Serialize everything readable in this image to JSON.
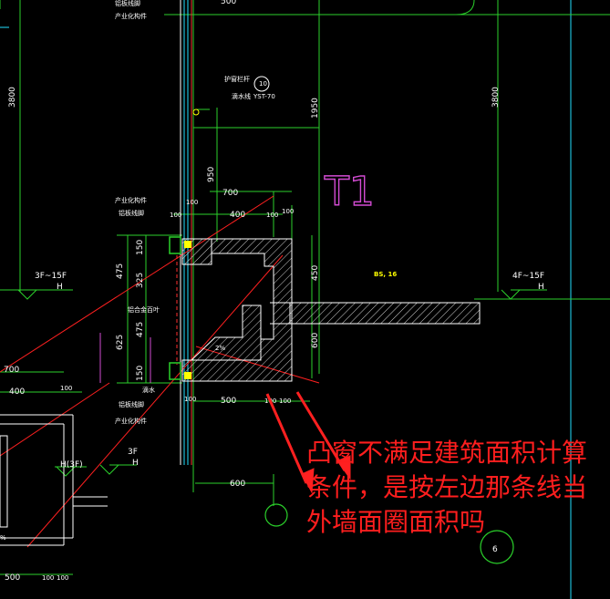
{
  "drawing": {
    "big_label": "T1",
    "dims": {
      "top_cut": "500",
      "left_vert_3800": "3800",
      "right_vert_3800": "3800",
      "v_1950": "1950",
      "v_950": "950",
      "h_700_top": "700",
      "h_100_a": "100",
      "h_400": "400",
      "h_100_b": "100",
      "h_100_c": "100",
      "h_100_d": "100",
      "v_475_a": "475",
      "v_150_a": "150",
      "v_325": "325",
      "v_475_b": "475",
      "v_625": "625",
      "v_150_b": "150",
      "v_450": "450",
      "v_600": "600",
      "h_500": "500",
      "h_100_e": "100",
      "h_100_f": "100",
      "h_100_g": "100",
      "h_600": "600",
      "left_700": "700",
      "left_400": "400",
      "left_100": "100",
      "bottom_500": "500",
      "bottom_100a": "100",
      "bottom_100b": "100",
      "pct": "2%",
      "pct_left": "%"
    },
    "labels": {
      "top_label_1": "铝板线脚",
      "top_label_2": "产业化构件",
      "rail_label": "护窗栏杆",
      "rail_num": "10",
      "drip_label": "滴水线",
      "drip_num": "YST-70",
      "upper_member": "产业化构件",
      "upper_trim": "铝板线脚",
      "mid_member": "铝合金百叶",
      "lower_drip": "滴水",
      "lower_trim": "铝板线脚",
      "lower_member": "产业化构件",
      "level_left": "3F~15F",
      "level_left_h": "H",
      "level_right": "4F~15F",
      "level_right_h": "H",
      "level_3f": "3F",
      "level_3f_h": "H",
      "level_h3f": "H(3F)",
      "yellow_tag": "BS, 16",
      "circle_num": "6"
    },
    "annotation": "凸窗不满足建筑面积计算条件，是按左边那条线当外墙面圈面积吗"
  }
}
